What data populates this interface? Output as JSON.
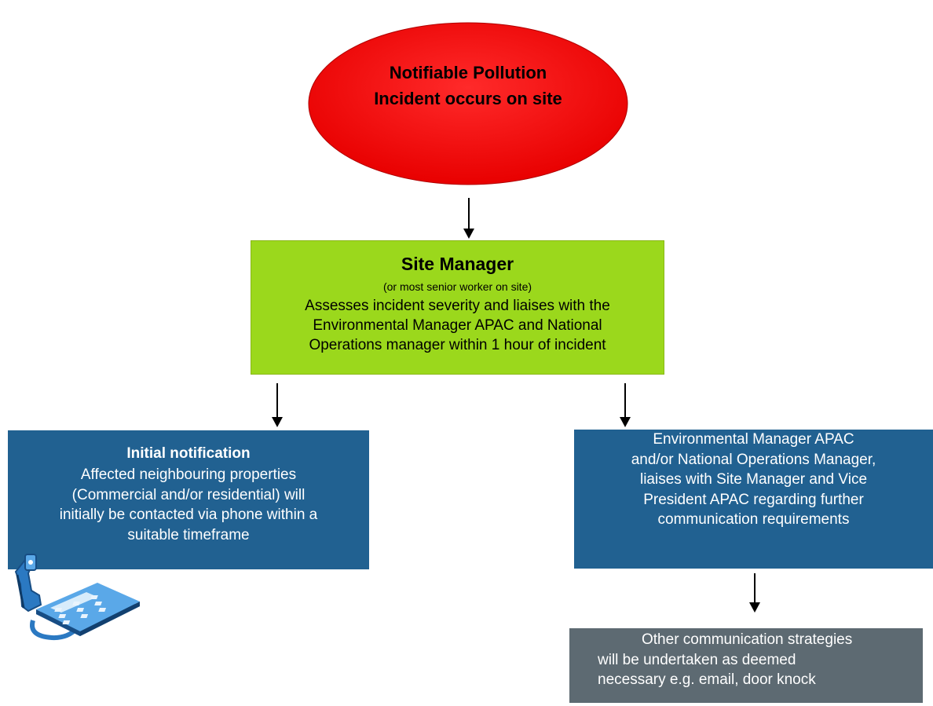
{
  "start": {
    "line1": "Notifiable Pollution",
    "line2": "Incident occurs on site",
    "fill": "#ff0000"
  },
  "site_manager": {
    "title": "Site Manager",
    "subtitle": "(or most senior worker on site)",
    "body_lines": [
      "Assesses incident severity and liaises with the",
      "Environmental Manager APAC and National",
      "Operations manager within 1 hour of incident"
    ],
    "fill": "#9bd81c"
  },
  "initial_notification": {
    "title": "Initial notification",
    "body_lines": [
      "Affected neighbouring properties",
      "(Commercial and/or residential) will",
      "initially be contacted via phone within a",
      "suitable timeframe"
    ],
    "fill": "#216191"
  },
  "env_manager": {
    "body_lines": [
      "Environmental Manager APAC",
      "and/or National Operations Manager,",
      "liaises with Site Manager and Vice",
      "President APAC regarding further",
      "communication requirements"
    ],
    "fill": "#216191"
  },
  "other_strategies": {
    "body_lines": [
      "Other communication strategies",
      "will be undertaken as deemed",
      "necessary e.g. email, door knock"
    ],
    "fill": "#5d6a72"
  },
  "icons": {
    "phone": "telephone-icon"
  }
}
